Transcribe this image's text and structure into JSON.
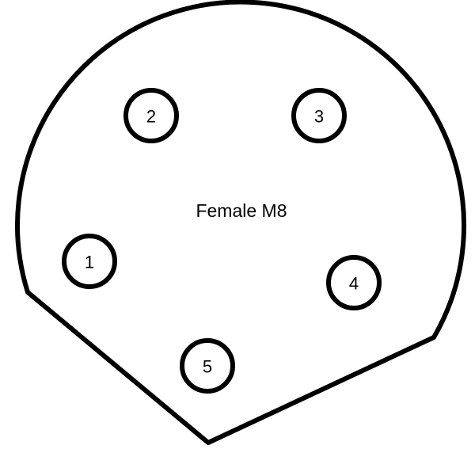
{
  "diagram": {
    "connector_label": "Female M8",
    "pins": [
      {
        "label": "1"
      },
      {
        "label": "2"
      },
      {
        "label": "3"
      },
      {
        "label": "4"
      },
      {
        "label": "5"
      }
    ]
  }
}
